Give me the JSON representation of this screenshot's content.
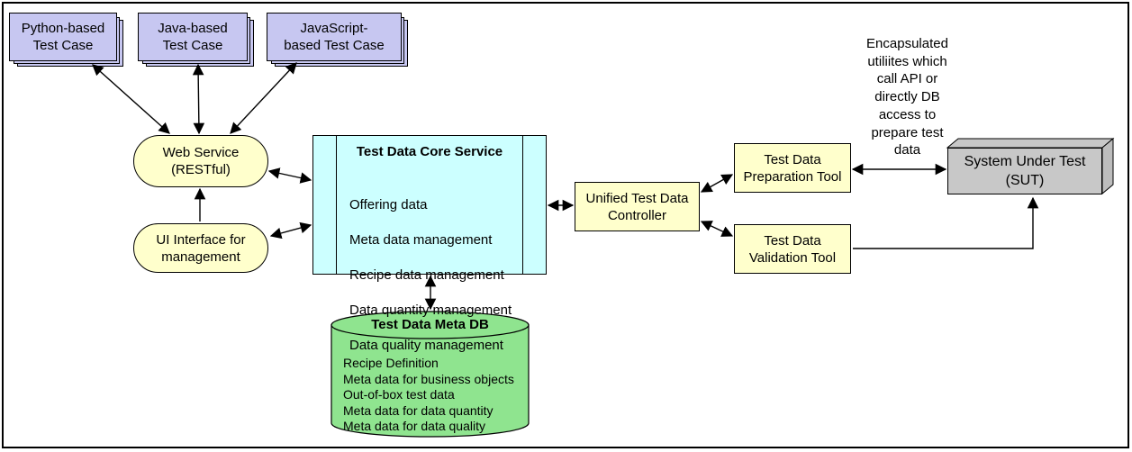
{
  "diagram": {
    "test_cases": [
      {
        "label": "Python-based\nTest Case"
      },
      {
        "label": "Java-based\nTest Case"
      },
      {
        "label": "JavaScript-\nbased Test Case"
      }
    ],
    "web_service": {
      "label": "Web Service\n(RESTful)"
    },
    "ui_interface": {
      "label": "UI Interface for\nmanagement"
    },
    "core_service": {
      "title": "Test Data Core Service",
      "items": [
        "Offering data",
        "Meta data management",
        "Recipe data management",
        "Data quantity management",
        "Data quality management"
      ]
    },
    "controller": {
      "label": "Unified Test Data\nController"
    },
    "preparation_tool": {
      "label": "Test Data\nPreparation Tool"
    },
    "validation_tool": {
      "label": "Test Data\nValidation Tool"
    },
    "sut": {
      "label": "System Under Test\n(SUT)"
    },
    "note": "Encapsulated\nutiliites which\ncall API or\ndirectly DB\naccess to\nprepare test\ndata",
    "meta_db": {
      "title": "Test Data Meta DB",
      "items": [
        "Recipe Definition",
        "Meta data for business objects",
        "Out-of-box test data",
        "Meta data for data quantity",
        "Meta data for data quality"
      ]
    },
    "colors": {
      "test_case_fill": "#c7c7f1",
      "process_fill": "#ffffcc",
      "core_fill": "#ccffff",
      "db_fill": "#8fe48f",
      "sut_fill": "#c8c8c8",
      "line": "#000000"
    }
  }
}
